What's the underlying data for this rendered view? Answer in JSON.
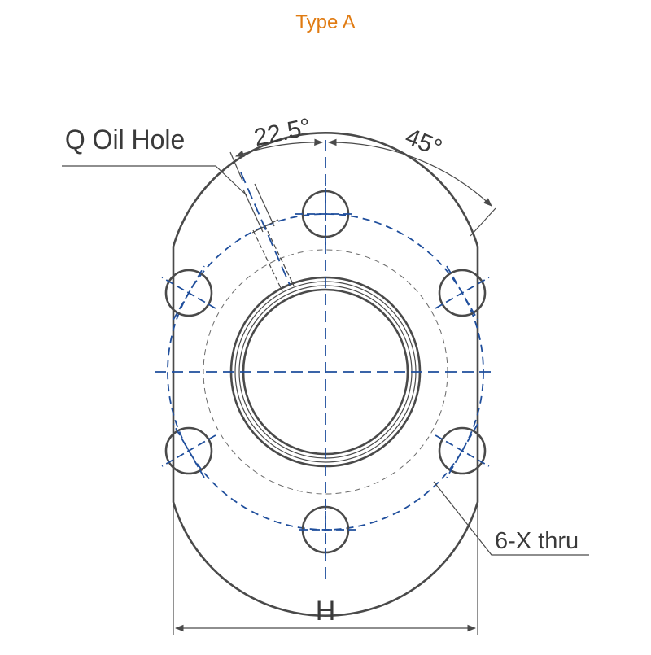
{
  "drawing": {
    "title": "Type A",
    "labels": {
      "oil_hole": "Q Oil Hole",
      "angle_small": "22.5°",
      "angle_large": "45°",
      "thru_holes": "6-X thru",
      "width": "H"
    },
    "colors": {
      "title": "#e07b12",
      "centerline": "#1f4e9c",
      "outline": "#4a4a4a"
    },
    "bolt_hole_count": 6
  }
}
